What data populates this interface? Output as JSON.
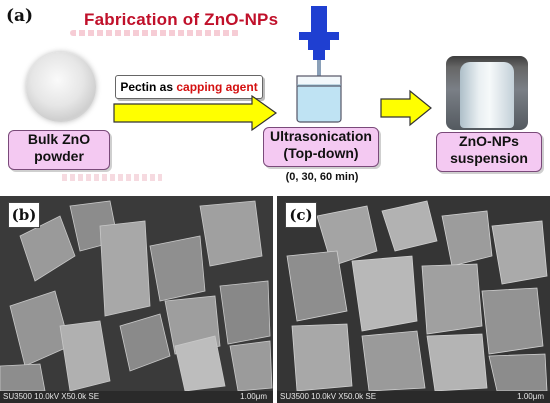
{
  "panel_a": {
    "label": "(a)",
    "title": "Fabrication of ZnO-NPs",
    "bulk_label_line1": "Bulk ZnO",
    "bulk_label_line2": "powder",
    "capping_prefix": "Pectin as ",
    "capping_highlight": "capping agent",
    "ultra_label_line1": "Ultrasonication",
    "ultra_label_line2": "(Top-down)",
    "times": "(0, 30, 60 min)",
    "np_label_line1": "ZnO-NPs",
    "np_label_line2": "suspension",
    "colors": {
      "title": "#c0102a",
      "box_fill": "#f4c9f2",
      "arrow_fill": "#ffff00",
      "probe": "#1f3fd1",
      "liquid": "#bfe3f3"
    }
  },
  "panel_b": {
    "label": "(b)",
    "scale_left": "SU3500 10.0kV X50.0k SE",
    "scale_right": "1.00μm"
  },
  "panel_c": {
    "label": "(c)",
    "scale_left": "SU3500 10.0kV X50.0k SE",
    "scale_right": "1.00μm"
  }
}
